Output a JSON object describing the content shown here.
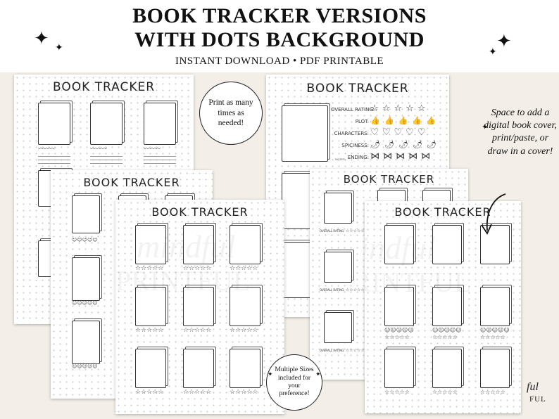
{
  "header": {
    "title_line1": "BOOK TRACKER VERSIONS",
    "title_line2": "WITH DOTS BACKGROUND",
    "subtitle": "INSTANT DOWNLOAD • PDF PRINTABLE"
  },
  "sheet_title": "BOOK TRACKER",
  "notes_label": "NOTES:",
  "rating_labels": {
    "overall": "OVERALL RATING:",
    "plot": "PLOT:",
    "characters": "CHARACTERS:",
    "spiciness": "SPICINESS:",
    "ending": "ENDING:"
  },
  "badge_print": "Print as many times as needed!",
  "badge_sizes": "Multiple Sizes included for your preference!",
  "callout_text": "Space to add a digital book cover, print/paste, or draw in a cover!",
  "watermark_line1": "mindful",
  "watermark_line2": "PRINTFUL",
  "corner_logo_line1": "ful",
  "corner_logo_line2": "FUL",
  "icons": {
    "star": "☆",
    "heart": "♡",
    "smiley": "☺",
    "thumb": "👍",
    "pepper": "🌶",
    "bow": "⋈",
    "sparkle": "✦",
    "wave": "〰"
  }
}
